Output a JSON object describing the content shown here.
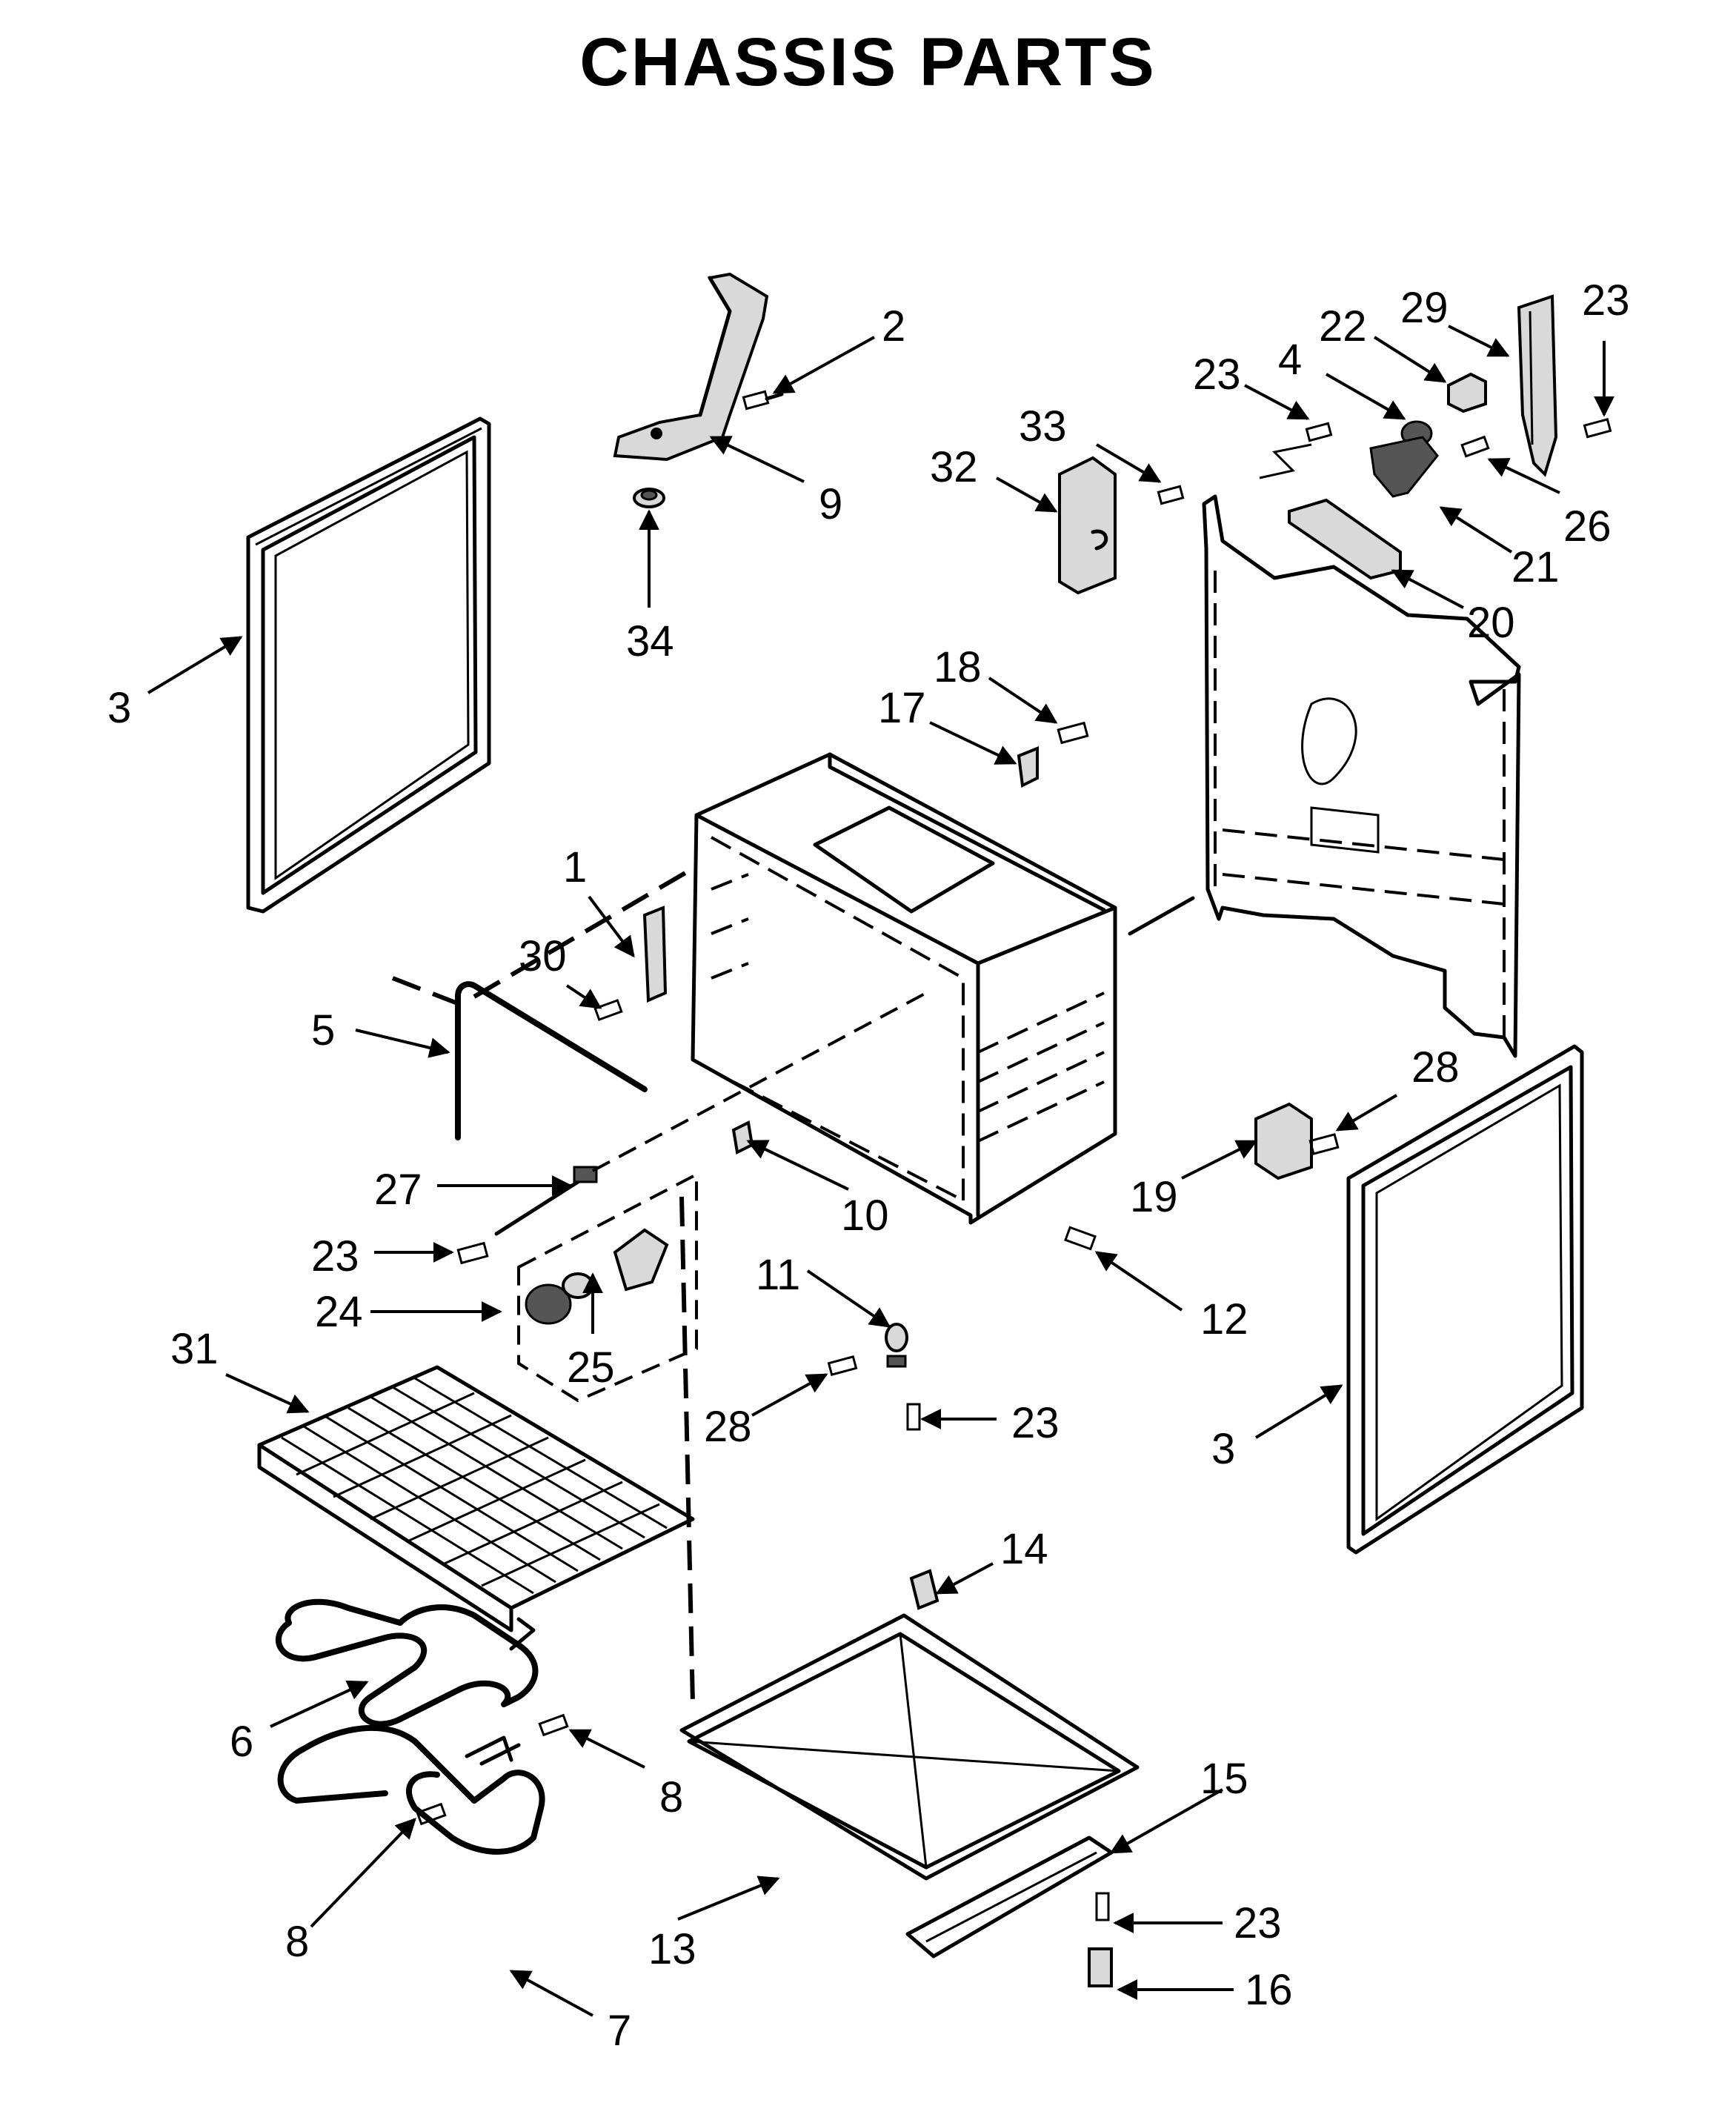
{
  "title": "CHASSIS PARTS",
  "callouts": [
    {
      "id": "c2",
      "label": "2"
    },
    {
      "id": "c9",
      "label": "9"
    },
    {
      "id": "c34",
      "label": "34"
    },
    {
      "id": "c3a",
      "label": "3"
    },
    {
      "id": "c33",
      "label": "33"
    },
    {
      "id": "c32",
      "label": "32"
    },
    {
      "id": "c23a",
      "label": "23"
    },
    {
      "id": "c4",
      "label": "4"
    },
    {
      "id": "c22",
      "label": "22"
    },
    {
      "id": "c29",
      "label": "29"
    },
    {
      "id": "c23b",
      "label": "23"
    },
    {
      "id": "c26",
      "label": "26"
    },
    {
      "id": "c21",
      "label": "21"
    },
    {
      "id": "c20",
      "label": "20"
    },
    {
      "id": "c18",
      "label": "18"
    },
    {
      "id": "c17",
      "label": "17"
    },
    {
      "id": "c1",
      "label": "1"
    },
    {
      "id": "c30",
      "label": "30"
    },
    {
      "id": "c5",
      "label": "5"
    },
    {
      "id": "c28a",
      "label": "28"
    },
    {
      "id": "c19",
      "label": "19"
    },
    {
      "id": "c27",
      "label": "27"
    },
    {
      "id": "c10",
      "label": "10"
    },
    {
      "id": "c23c",
      "label": "23"
    },
    {
      "id": "c12",
      "label": "12"
    },
    {
      "id": "c11",
      "label": "11"
    },
    {
      "id": "c24",
      "label": "24"
    },
    {
      "id": "c25",
      "label": "25"
    },
    {
      "id": "c31",
      "label": "31"
    },
    {
      "id": "c28b",
      "label": "28"
    },
    {
      "id": "c23d",
      "label": "23"
    },
    {
      "id": "c3b",
      "label": "3"
    },
    {
      "id": "c14",
      "label": "14"
    },
    {
      "id": "c6",
      "label": "6"
    },
    {
      "id": "c8a",
      "label": "8"
    },
    {
      "id": "c15",
      "label": "15"
    },
    {
      "id": "c13",
      "label": "13"
    },
    {
      "id": "c8b",
      "label": "8"
    },
    {
      "id": "c23e",
      "label": "23"
    },
    {
      "id": "c7",
      "label": "7"
    },
    {
      "id": "c16",
      "label": "16"
    }
  ]
}
